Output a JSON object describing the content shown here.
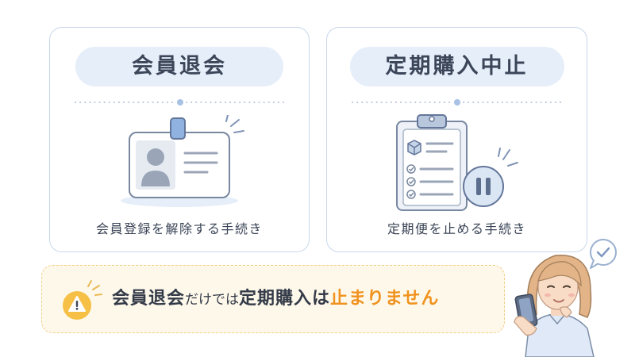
{
  "cards": [
    {
      "title": "会員退会",
      "subtitle": "会員登録を解除する手続き",
      "icon": "id-card-icon"
    },
    {
      "title": "定期購入中止",
      "subtitle": "定期便を止める手続き",
      "icon": "clipboard-pause-icon"
    }
  ],
  "notice": {
    "icon": "warning-icon",
    "part1": "会員退会",
    "part2": "だけでは",
    "part3": "定期購入は",
    "part4": "止まりません"
  },
  "colors": {
    "card_border": "#c9d7ec",
    "title_pill": "#e5eef9",
    "notice_bg": "#fef8ea",
    "notice_border": "#f2cf86",
    "accent_orange": "#f0921e"
  }
}
